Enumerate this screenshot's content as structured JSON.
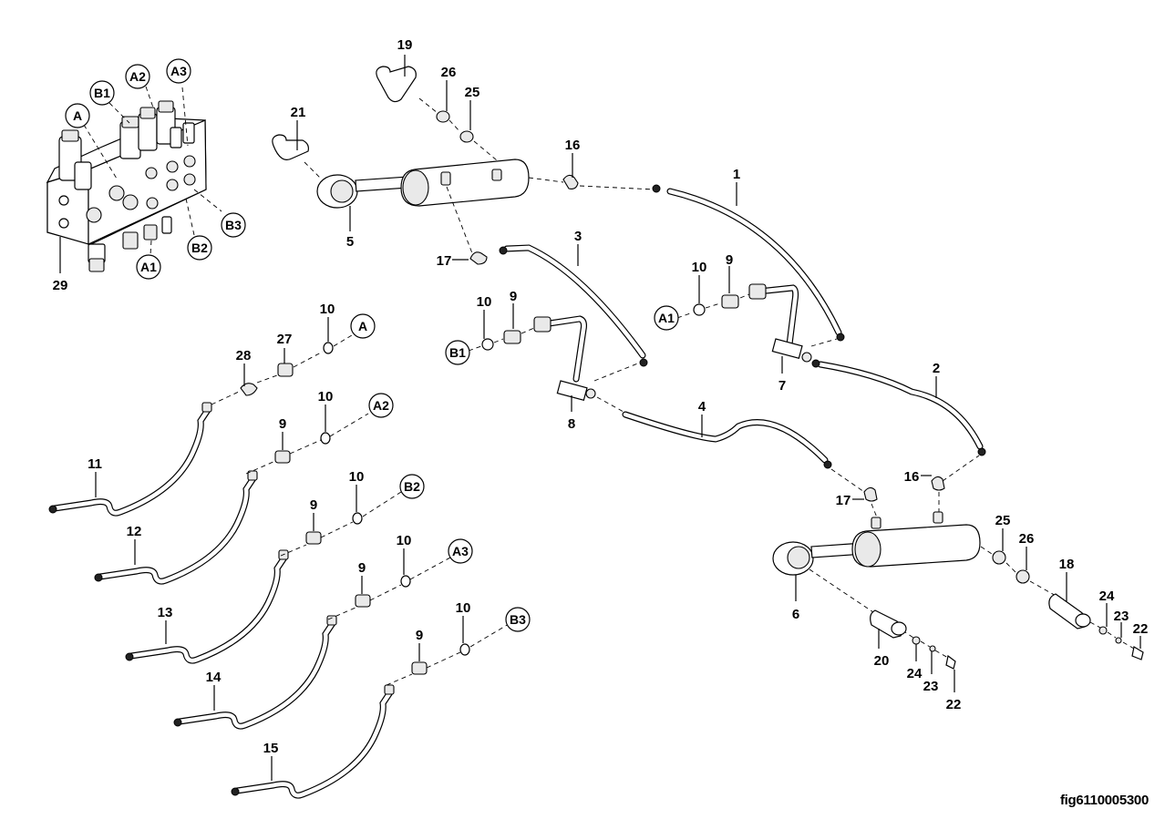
{
  "figure": {
    "id_label": "fig6110005300",
    "type": "exploded parts diagram - hydraulic cylinders, hoses and valve block"
  },
  "callouts": [
    {
      "id": "c1",
      "number": "1",
      "part": "hose"
    },
    {
      "id": "c2",
      "number": "2",
      "part": "hose"
    },
    {
      "id": "c3",
      "number": "3",
      "part": "hose"
    },
    {
      "id": "c4",
      "number": "4",
      "part": "hose"
    },
    {
      "id": "c5",
      "number": "5",
      "part": "hydraulic cylinder"
    },
    {
      "id": "c6",
      "number": "6",
      "part": "hydraulic cylinder"
    },
    {
      "id": "c7",
      "number": "7",
      "part": "tube assembly"
    },
    {
      "id": "c8",
      "number": "8",
      "part": "tube assembly"
    },
    {
      "id": "c9a",
      "number": "9",
      "part": "adapter fitting"
    },
    {
      "id": "c9b",
      "number": "9",
      "part": "adapter fitting"
    },
    {
      "id": "c9c",
      "number": "9",
      "part": "adapter fitting"
    },
    {
      "id": "c9d",
      "number": "9",
      "part": "adapter fitting"
    },
    {
      "id": "c9e",
      "number": "9",
      "part": "adapter fitting"
    },
    {
      "id": "c9f",
      "number": "9",
      "part": "adapter fitting"
    },
    {
      "id": "c10a",
      "number": "10",
      "part": "o-ring"
    },
    {
      "id": "c10b",
      "number": "10",
      "part": "o-ring"
    },
    {
      "id": "c10c",
      "number": "10",
      "part": "o-ring"
    },
    {
      "id": "c10d",
      "number": "10",
      "part": "o-ring"
    },
    {
      "id": "c10e",
      "number": "10",
      "part": "o-ring"
    },
    {
      "id": "c10f",
      "number": "10",
      "part": "o-ring"
    },
    {
      "id": "c10g",
      "number": "10",
      "part": "o-ring"
    },
    {
      "id": "c11",
      "number": "11",
      "part": "hose"
    },
    {
      "id": "c12",
      "number": "12",
      "part": "hose"
    },
    {
      "id": "c13",
      "number": "13",
      "part": "hose"
    },
    {
      "id": "c14",
      "number": "14",
      "part": "hose"
    },
    {
      "id": "c15",
      "number": "15",
      "part": "hose"
    },
    {
      "id": "c16a",
      "number": "16",
      "part": "elbow fitting"
    },
    {
      "id": "c16b",
      "number": "16",
      "part": "elbow fitting"
    },
    {
      "id": "c17a",
      "number": "17",
      "part": "elbow fitting"
    },
    {
      "id": "c17b",
      "number": "17",
      "part": "elbow fitting"
    },
    {
      "id": "c18",
      "number": "18",
      "part": "pin"
    },
    {
      "id": "c19",
      "number": "19",
      "part": "pin"
    },
    {
      "id": "c20",
      "number": "20",
      "part": "pin"
    },
    {
      "id": "c21",
      "number": "21",
      "part": "pin"
    },
    {
      "id": "c22a",
      "number": "22",
      "part": "bolt"
    },
    {
      "id": "c22b",
      "number": "22",
      "part": "bolt"
    },
    {
      "id": "c23a",
      "number": "23",
      "part": "lock washer"
    },
    {
      "id": "c23b",
      "number": "23",
      "part": "lock washer"
    },
    {
      "id": "c24a",
      "number": "24",
      "part": "washer"
    },
    {
      "id": "c24b",
      "number": "24",
      "part": "washer"
    },
    {
      "id": "c25a",
      "number": "25",
      "part": "bushing"
    },
    {
      "id": "c25b",
      "number": "25",
      "part": "bushing"
    },
    {
      "id": "c26a",
      "number": "26",
      "part": "bushing"
    },
    {
      "id": "c26b",
      "number": "26",
      "part": "bushing"
    },
    {
      "id": "c27",
      "number": "27",
      "part": "adapter fitting"
    },
    {
      "id": "c28",
      "number": "28",
      "part": "elbow fitting"
    },
    {
      "id": "c29",
      "number": "29",
      "part": "valve block"
    }
  ],
  "ports": {
    "valve": [
      "A",
      "B1",
      "A2",
      "A3",
      "B3",
      "B2",
      "A1"
    ],
    "connection": [
      "A",
      "A2",
      "B2",
      "A3",
      "B3",
      "A1",
      "B1"
    ]
  }
}
